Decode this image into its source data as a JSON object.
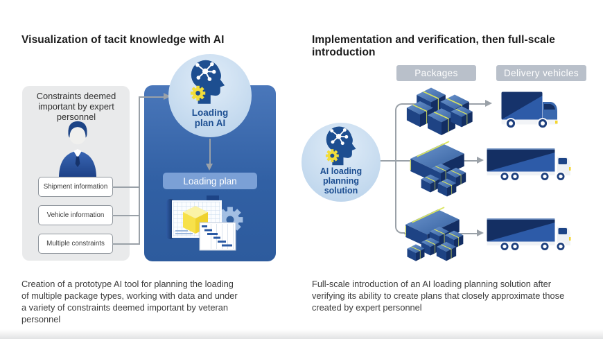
{
  "left": {
    "title": "Visualization of tacit knowledge with AI",
    "constraints_panel": {
      "heading": "Constraints deemed important by expert personnel",
      "items": [
        "Shipment information",
        "Vehicle information",
        "Multiple constraints"
      ]
    },
    "ai_circle": {
      "label": "Loading plan AI"
    },
    "loading_plan_label": "Loading plan",
    "caption": "Creation of a prototype AI tool for planning the loading of multiple package types, working with data and under a variety of constraints deemed important by veteran personnel"
  },
  "right": {
    "title": "Implementation and verification, then full-scale introduction",
    "packages_label": "Packages",
    "vehicles_label": "Delivery vehicles",
    "ai_circle": {
      "label": "AI loading planning solution"
    },
    "caption": "Full-scale introduction of an AI loading planning solution after verifying its ability to create plans that closely approximate those created by expert personnel"
  },
  "icons": {
    "ai-head-icon": "human head silhouette with neural-network nodes and yellow gear",
    "expert-person-icon": "businessperson bust in blue suit with tie",
    "blueprint-icon": "loading-plan blueprint with yellow 3D cube, gear and gantt document",
    "package-box-icon": "isometric navy package boxes with yellow straps",
    "box-truck-icon": "small delivery box truck",
    "semi-truck-icon": "semi-trailer delivery truck"
  },
  "colors": {
    "title-text": "#1b1b1b",
    "caption-text": "#3c3c3c",
    "panel-blue-top": "#4a77ba",
    "panel-blue-bottom": "#2d5b9d",
    "circle-blue": "#c3d9ee",
    "circle-label": "#1c4e91",
    "head-navy": "#1d4e90",
    "gear-yellow": "#f2dd3a",
    "pill-blue": "#7ba0d6",
    "label-gray": "#b9c0ca",
    "line-gray": "#9aa1a8",
    "strap-yellow": "#d9e45f"
  }
}
